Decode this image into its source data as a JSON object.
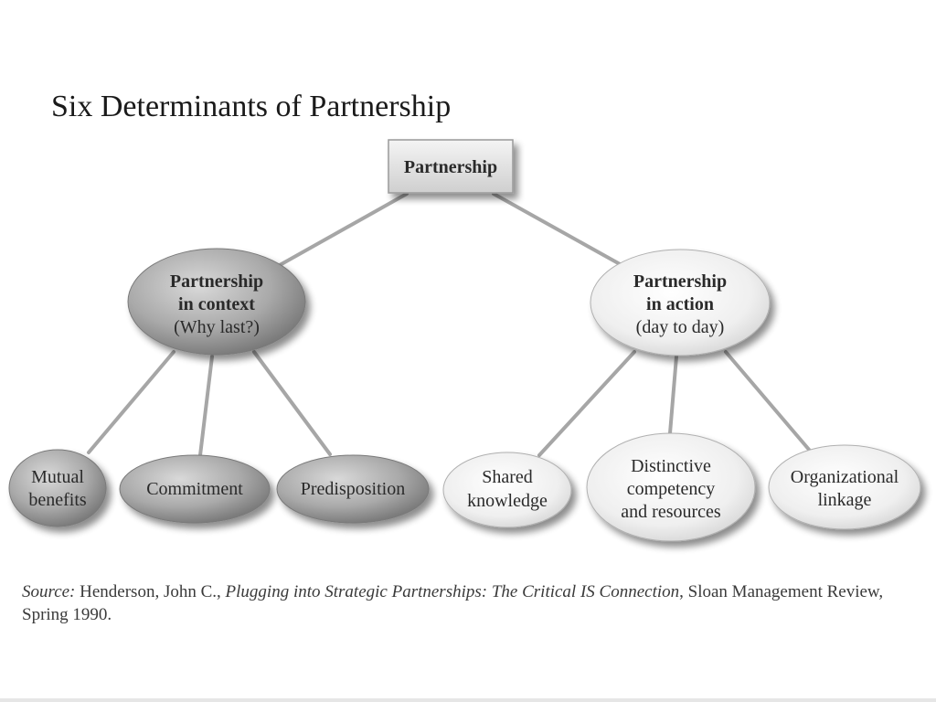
{
  "title": "Six Determinants of Partnership",
  "diagram": {
    "root": {
      "label": "Partnership"
    },
    "context": {
      "line1": "Partnership",
      "line2": "in context",
      "line3": "(Why last?)"
    },
    "action": {
      "line1": "Partnership",
      "line2": "in action",
      "line3": "(day to day)"
    },
    "leaves": {
      "mutual": {
        "line1": "Mutual",
        "line2": "benefits"
      },
      "commitment": {
        "line1": "Commitment"
      },
      "predisposition": {
        "line1": "Predisposition"
      },
      "shared": {
        "line1": "Shared",
        "line2": "knowledge"
      },
      "distinctive": {
        "line1": "Distinctive",
        "line2": "competency",
        "line3": "and resources"
      },
      "organizational": {
        "line1": "Organizational",
        "line2": "linkage"
      }
    }
  },
  "source": {
    "prefix": "Source:",
    "author": " Henderson, John C., ",
    "work": "Plugging into Strategic Partnerships: The Critical IS Connection",
    "rest": ", Sloan Management Review, Spring 1990."
  }
}
